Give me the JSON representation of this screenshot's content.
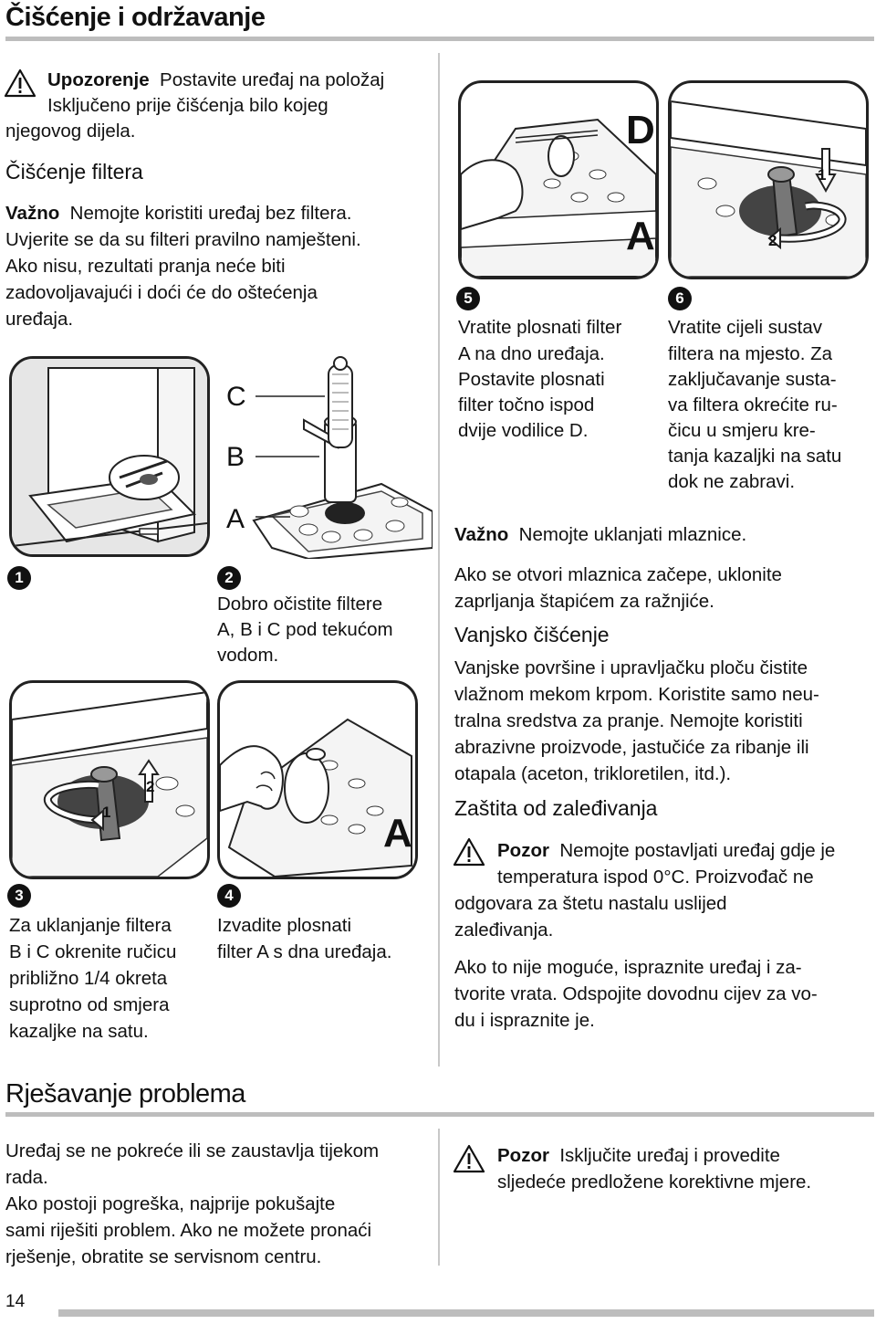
{
  "header": {
    "title": "Čišćenje i održavanje"
  },
  "warning_top": {
    "label": "Upozorenje",
    "lines": [
      "Postavite uređaj na položaj",
      "Isključeno prije čišćenja bilo kojeg",
      "njegovog dijela."
    ]
  },
  "filter_section": {
    "title": "Čišćenje filtera",
    "important_label": "Važno",
    "lines": [
      "Nemojte koristiti uređaj bez filtera.",
      "Uvjerite se da su filteri pravilno namješteni.",
      "Ako nisu, rezultati pranja neće biti",
      "zadovoljavajući i doći će do oštećenja",
      "uređaja."
    ]
  },
  "figures": {
    "fig2_labels": {
      "c": "C",
      "b": "B",
      "a": "A"
    },
    "fig3_labels": {
      "one": "1",
      "two": "2"
    },
    "fig4_labels": {
      "a": "A"
    },
    "fig5_labels": {
      "d": "D",
      "a": "A"
    },
    "fig6_labels": {
      "one": "1",
      "two": "2"
    }
  },
  "steps": [
    {
      "num": "1",
      "lines": []
    },
    {
      "num": "2",
      "lines": [
        "Dobro očistite filtere",
        "A, B i C pod tekućom",
        "vodom."
      ]
    },
    {
      "num": "3",
      "lines": [
        "Za uklanjanje filtera",
        "B i C okrenite ručicu",
        "približno 1/4 okreta",
        "suprotno od smjera",
        "kazaljke na satu."
      ]
    },
    {
      "num": "4",
      "lines": [
        "Izvadite plosnati",
        "filter A s dna uređaja."
      ]
    },
    {
      "num": "5",
      "lines": [
        "Vratite plosnati filter",
        "A na dno uređaja.",
        "Postavite plosnati",
        "filter točno ispod",
        "dvije vodilice D."
      ]
    },
    {
      "num": "6",
      "lines": [
        "Vratite cijeli sustav",
        "filtera na mjesto. Za",
        "zaključavanje susta-",
        "va filtera okrećite ru-",
        "čicu u smjeru kre-",
        "tanja kazaljki na satu",
        "dok ne zabravi."
      ]
    }
  ],
  "right_col": {
    "important_label": "Važno",
    "important_text": "Nemojte uklanjati mlaznice.",
    "nozzle_lines": [
      "Ako se otvori mlaznica začepe, uklonite",
      "zaprljanja štapićem za ražnjiće."
    ],
    "exterior_title": "Vanjsko čišćenje",
    "exterior_lines": [
      "Vanjske površine i upravljačku ploču čistite",
      "vlažnom mekom krpom. Koristite samo neu-",
      "tralna sredstva za pranje. Nemojte koristiti",
      "abrazivne proizvode, jastučiće za ribanje ili",
      "otapala (aceton, trikloretilen, itd.)."
    ],
    "frost_title": "Zaštita od zaleđivanja",
    "caution_label": "Pozor",
    "caution_first": "Nemojte postavljati uređaj gdje je",
    "caution_second": "temperatura ispod 0°C. Proizvođač ne",
    "caution_rest": [
      "odgovara za štetu nastalu uslijed",
      "zaleđivanja."
    ],
    "frost_lines": [
      "Ako to nije moguće, ispraznite uređaj i za-",
      "tvorite vrata. Odspojite dovodnu cijev za vo-",
      "du i ispraznite je."
    ]
  },
  "troubleshooting": {
    "title": "Rješavanje problema",
    "lines": [
      "Uređaj se ne pokreće ili se zaustavlja tijekom",
      "rada.",
      "Ako postoji pogreška, najprije pokušajte",
      "sami riješiti problem. Ako ne možete pronaći",
      "rješenje, obratite se servisnom centru."
    ],
    "caution_label": "Pozor",
    "caution_lines": [
      "Isključite uređaj i provedite",
      "sljedeće predložene korektivne mjere."
    ]
  },
  "footer": {
    "page_number": "14"
  }
}
